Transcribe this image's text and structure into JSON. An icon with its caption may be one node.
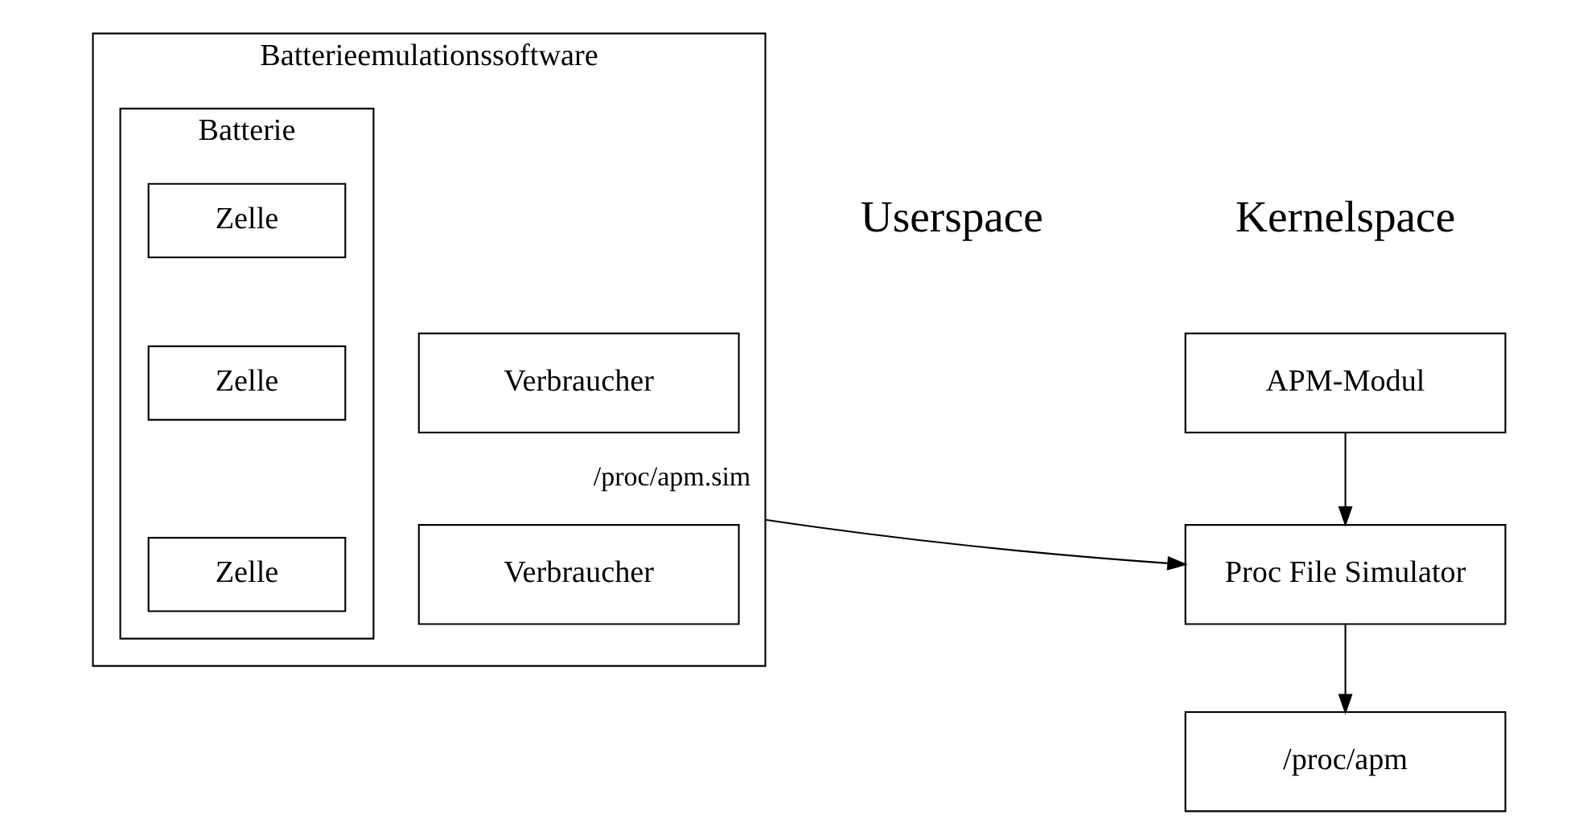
{
  "diagram": {
    "nodes": [
      {
        "text": [
          "APM-Modul"
        ]
      },
      {
        "text": [
          "Proc File Simulator"
        ]
      },
      {
        "text": [
          "/proc/apm"
        ]
      },
      {
        "text": [
          "Batterieemulationssoftware"
        ]
      },
      {
        "text": [
          "Batterie"
        ],
        "in": 3
      },
      {
        "text": [
          "Zelle"
        ],
        "in": 4
      },
      {
        "text": [
          "Zelle"
        ],
        "in": 4
      },
      {
        "text": [
          "Zelle"
        ],
        "in": 4
      },
      {
        "text": [
          "Verbraucher"
        ],
        "in": 3
      },
      {
        "text": [
          "Verbraucher"
        ],
        "in": 3
      }
    ],
    "edges": [
      {
        "from": 0,
        "to": 1,
        "arrow": "to"
      },
      {
        "from": 1,
        "to": 2,
        "arrow": "to"
      },
      {
        "from": 3,
        "to": 1,
        "label": "/proc/apm.sim",
        "arrow": "to"
      }
    ],
    "labels": [
      "Kernelspace",
      "Userspace"
    ]
  }
}
